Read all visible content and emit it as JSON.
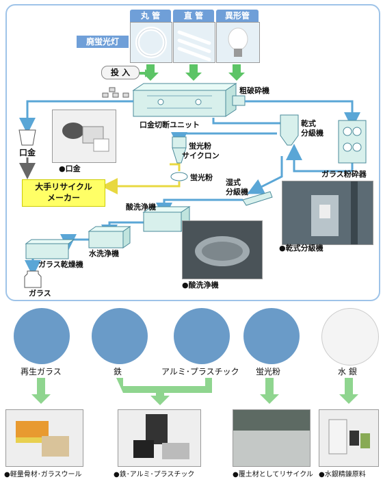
{
  "tubes": {
    "round": "丸 管",
    "straight": "直 管",
    "irregular": "異形管"
  },
  "waste_lamp": "廃蛍光灯",
  "input": "投 入",
  "crusher": "粗破砕機",
  "cap_cut_unit": "口金切断ユニット",
  "dry_classifier": [
    "乾式",
    "分級機"
  ],
  "cap": "口金",
  "cap_photo": "●口金",
  "phosphor_cyclone": [
    "蛍光粉",
    "サイクロン"
  ],
  "phosphor": "蛍光粉",
  "glass_crusher": "ガラス粉砕器",
  "recycle_maker": [
    "大手リサイクル",
    "メーカー"
  ],
  "wet_classifier": [
    "湿式",
    "分級機"
  ],
  "acid_wash": "酸洗浄機",
  "water_wash": "水洗浄機",
  "glass_dryer": "ガラス乾燥機",
  "glass": "ガラス",
  "dry_classifier_photo": "●乾式分級機",
  "acid_wash_photo": "●酸洗浄機",
  "materials": [
    "再生ガラス",
    "鉄",
    "アルミ･プラスチック",
    "蛍光粉",
    "水 銀"
  ],
  "products": [
    "●軽量骨材･ガラスウール",
    "●鉄･アルミ･プラスチック",
    "●覆土材としてリサイクル",
    "●水銀精錬原料"
  ],
  "colors": {
    "frame": "#9ec3e8",
    "green_arrow": "#5cc466",
    "yellow_arrow": "#e8d840",
    "blue_line": "#5aa6d6",
    "machine": "#d8f0ec"
  }
}
